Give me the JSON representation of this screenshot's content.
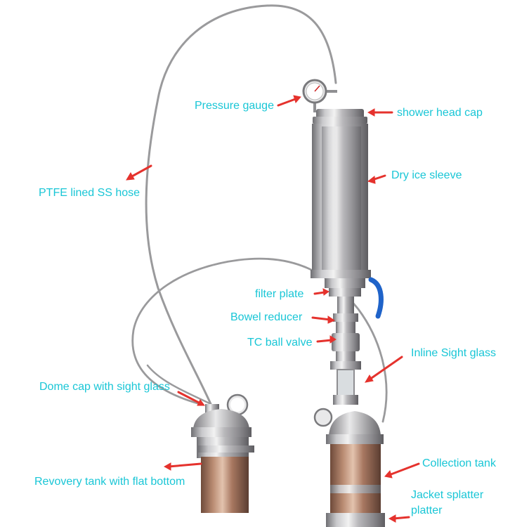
{
  "image": {
    "subject": "stainless steel closed-loop extraction kit with callout labels",
    "label_color": "#19c6d6",
    "arrow_color": "#e5322d"
  },
  "labels": {
    "pressure_gauge": "Pressure gauge",
    "shower_head_cap": "shower head cap",
    "dry_ice_sleeve": "Dry ice sleeve",
    "ptfe_hose": "PTFE lined SS hose",
    "filter_plate": "filter plate",
    "bowel_reducer": "Bowel reducer",
    "tc_ball_valve": "TC ball valve",
    "inline_sight_glass": "Inline Sight glass",
    "dome_cap": "Dome cap with sight glass",
    "collection_tank": "Collection tank",
    "recovery_tank": "Revovery tank with flat bottom",
    "jacket_platter": "Jacket splatter\nplatter"
  }
}
